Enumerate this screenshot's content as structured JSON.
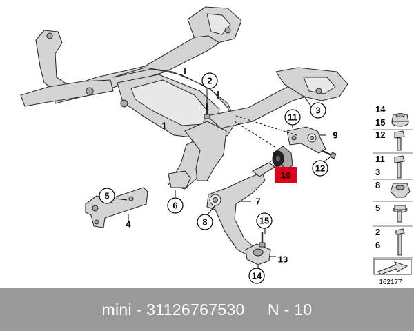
{
  "callouts": {
    "c1": "1",
    "c2": "2",
    "c3": "3",
    "c4": "4",
    "c5": "5",
    "c6": "6",
    "c7": "7",
    "c8": "8",
    "c9": "9",
    "c10": "10",
    "c11": "11",
    "c12": "12",
    "c13": "13",
    "c14": "14",
    "c15": "15"
  },
  "legend": [
    {
      "top": "14",
      "bottom": "15",
      "icon": "flange-nut-icon"
    },
    {
      "top": "12",
      "bottom": "",
      "icon": "hex-bolt-short-icon"
    },
    {
      "top": "11",
      "bottom": "3",
      "icon": "hex-bolt-long-icon"
    },
    {
      "top": "8",
      "bottom": "",
      "icon": "hex-nut-icon"
    },
    {
      "top": "5",
      "bottom": "",
      "icon": "flange-bolt-icon"
    },
    {
      "top": "2",
      "bottom": "6",
      "icon": "long-stud-bolt-icon"
    },
    {
      "top": "",
      "bottom": "",
      "icon": "direction-arrow-icon"
    }
  ],
  "diagram_id": "162177",
  "footer": {
    "text": "mini - 31126767530     N - 10"
  },
  "colors": {
    "highlight": "#e0001b",
    "footer_bg": "#9a9a9a",
    "footer_text": "#ffffff"
  }
}
